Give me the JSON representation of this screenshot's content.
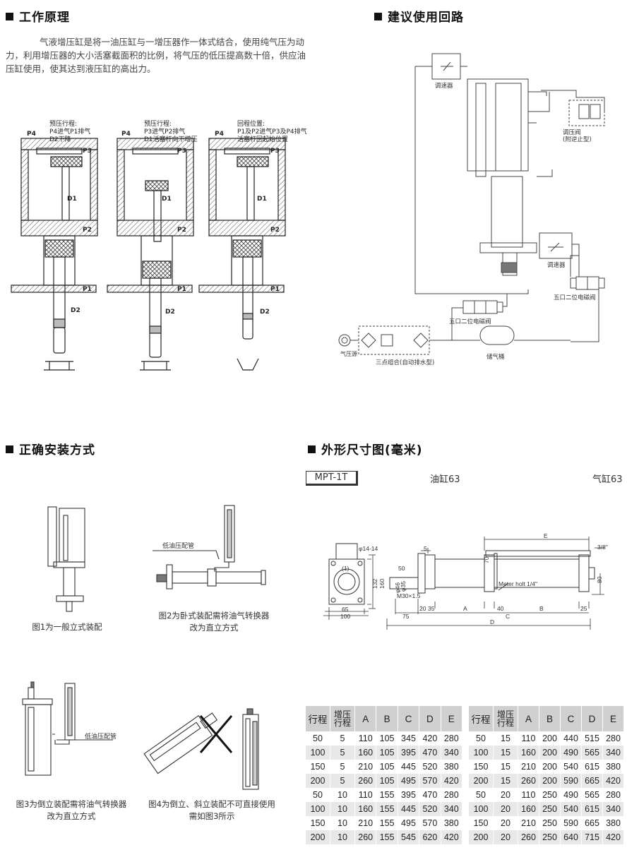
{
  "headings": {
    "principle": "工作原理",
    "circuit": "建议使用回路",
    "install": "正确安装方式",
    "dimensions": "外形尺寸图(毫米)"
  },
  "intro_text": "气液增压缸是将一油压缸与一增压器作一体式结合，使用纯气压为动力，利用增压器的大小活塞截面积的比例，将气压的低压提高数十倍，供应油压缸使用，使其达到液压缸的高出力。",
  "principle_diagrams": [
    {
      "note": [
        "预压行程:",
        "P4进气P1排气",
        "D2下降"
      ]
    },
    {
      "note": [
        "预压行程:",
        "P3进气P2排气",
        "D1活塞杆向下增压"
      ]
    },
    {
      "note": [
        "回程位置:",
        "P1及P2进气P3及P4排气",
        "活塞杆回起始位置"
      ]
    }
  ],
  "port_labels": {
    "p1": "P1",
    "p2": "P2",
    "p3": "P3",
    "p4": "P4",
    "d1": "D1",
    "d2": "D2"
  },
  "circuit_labels": {
    "speed_valve_1": "调速器",
    "pressure_valve": "调压阀",
    "pressure_valve_note": "(附逆止型)",
    "speed_valve_2": "调速器",
    "solenoid_valve_right": "五口二位电磁阀",
    "solenoid_valve_left": "五口二位电磁阀",
    "air_source": "气压源",
    "frl": "三点组合(自动排水型)",
    "tank": "储气桶"
  },
  "install_captions": {
    "fig1": "图1为一般立式装配",
    "fig2": [
      "图2为卧式装配需将油气转换器",
      "改为直立方式"
    ],
    "fig2_pipe": "低油压配管",
    "fig3": [
      "图3为倒立装配需将油气转换器",
      "改为直立方式"
    ],
    "fig3_pipe": "低油压配管",
    "fig4": [
      "图4为倒立、斜立装配不可直接使用",
      "需如图3所示"
    ]
  },
  "model": {
    "name": "MPT-1T",
    "oil_cyl": "油缸63",
    "air_cyl": "气缸63"
  },
  "dim_labels": {
    "hole": "φ14-14",
    "d132": "132",
    "d160": "160",
    "d65": "65",
    "d100": "100",
    "d5": "5",
    "d50": "50",
    "phi46": "φ46",
    "phi35": "φ35",
    "thread": "M30×1.5",
    "d20": "20",
    "d35": "35",
    "d75": "75",
    "A": "A",
    "d40": "40",
    "B": "B",
    "C": "C",
    "D": "D",
    "d25": "25",
    "E": "E",
    "port38": "3/8\"",
    "meter": "Meter holt 1/4\"",
    "d70": "70",
    "d80": "80",
    "mark1": "(1)"
  },
  "table_headers": [
    "行程",
    "增压行程",
    "A",
    "B",
    "C",
    "D",
    "E"
  ],
  "table_left": [
    [
      "50",
      "5",
      "110",
      "105",
      "345",
      "420",
      "280"
    ],
    [
      "100",
      "5",
      "160",
      "105",
      "395",
      "470",
      "340"
    ],
    [
      "150",
      "5",
      "210",
      "105",
      "445",
      "520",
      "380"
    ],
    [
      "200",
      "5",
      "260",
      "105",
      "495",
      "570",
      "420"
    ],
    [
      "50",
      "10",
      "110",
      "155",
      "395",
      "470",
      "280"
    ],
    [
      "100",
      "10",
      "160",
      "155",
      "445",
      "520",
      "340"
    ],
    [
      "150",
      "10",
      "210",
      "155",
      "495",
      "570",
      "380"
    ],
    [
      "200",
      "10",
      "260",
      "155",
      "545",
      "620",
      "420"
    ]
  ],
  "table_right": [
    [
      "50",
      "15",
      "110",
      "200",
      "440",
      "515",
      "280"
    ],
    [
      "100",
      "15",
      "160",
      "200",
      "490",
      "565",
      "340"
    ],
    [
      "150",
      "15",
      "210",
      "200",
      "540",
      "615",
      "380"
    ],
    [
      "200",
      "15",
      "260",
      "200",
      "590",
      "665",
      "420"
    ],
    [
      "50",
      "20",
      "110",
      "250",
      "490",
      "565",
      "280"
    ],
    [
      "100",
      "20",
      "160",
      "250",
      "540",
      "615",
      "340"
    ],
    [
      "150",
      "20",
      "210",
      "250",
      "590",
      "665",
      "380"
    ],
    [
      "200",
      "20",
      "260",
      "250",
      "640",
      "715",
      "420"
    ]
  ]
}
